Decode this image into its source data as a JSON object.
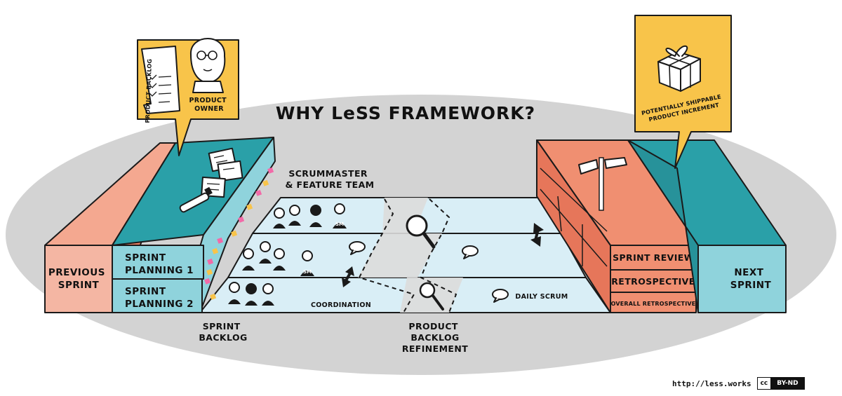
{
  "title": "WHY LeSS FRAMEWORK?",
  "colors": {
    "salmon": "#f08f71",
    "teal": "#2aa0a8",
    "light_teal": "#8fd3dc",
    "pale_blue": "#d9eef6",
    "yellow": "#f8c44a",
    "ellipse_grey": "#d3d3d3",
    "gap_grey": "#dcdcdc"
  },
  "callouts": {
    "product_backlog": "PRODUCT BACKLOG",
    "product_owner": "PRODUCT OWNER",
    "increment": "POTENTIALLY SHIPPABLE PRODUCT INCREMENT"
  },
  "blocks": {
    "previous_sprint": "PREVIOUS SPRINT",
    "sprint_planning_1": "SPRINT PLANNING 1",
    "sprint_planning_2": "SPRINT PLANNING 2",
    "sprint_review": "SPRINT REVIEW",
    "retrospective": "RETROSPECTIVE",
    "overall_retrospective": "OVERALL RETROSPECTIVE",
    "next_sprint": "NEXT SPRINT"
  },
  "labels": {
    "scrummaster_team": "SCRUMMASTER & FEATURE TEAM",
    "coordination": "COORDINATION",
    "daily_scrum": "DAILY SCRUM",
    "sprint_backlog": "SPRINT BACKLOG",
    "pbr": "PRODUCT BACKLOG REFINEMENT",
    "sm": "SM"
  },
  "credit": {
    "url": "http://less.works",
    "license_cc": "cc",
    "license": "BY-ND"
  },
  "icons": [
    "document-icon",
    "person-icon",
    "gift-icon",
    "signpost-icon",
    "magnifier-icon",
    "speech-bubble-icon",
    "double-arrow-icon",
    "marker-icon"
  ]
}
